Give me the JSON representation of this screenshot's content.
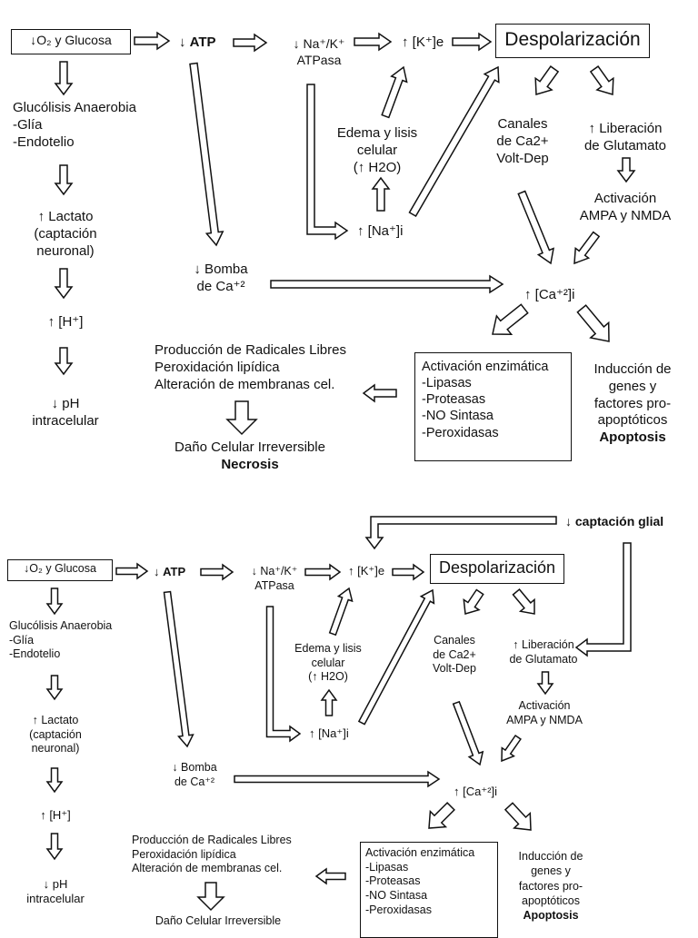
{
  "d1": {
    "hypoxia": "↓O₂ y Glucosa",
    "atp_prefix": "↓ ",
    "atp": "ATP",
    "pump": [
      "↓ Na⁺/K⁺",
      "ATPasa"
    ],
    "k_out": "↑ [K⁺]e",
    "depol": "Despolarización",
    "glycolysis": [
      "Glucólisis Anaerobia",
      "-Glía",
      "-Endotelio"
    ],
    "lactate": [
      "↑ Lactato",
      "(captación",
      "neuronal)"
    ],
    "h_plus": "↑ [H⁺]",
    "ph": [
      "↓ pH",
      "intracelular"
    ],
    "edema": [
      "Edema y lisis",
      "celular",
      "(↑ H2O)"
    ],
    "na_in": "↑ [Na⁺]i",
    "channels": [
      "Canales",
      "de Ca2+",
      "Volt-Dep"
    ],
    "glutamate": [
      "↑ Liberación",
      "de Glutamato"
    ],
    "ampa": [
      "Activación",
      "AMPA y NMDA"
    ],
    "ca_pump": [
      "↓ Bomba",
      "de Ca⁺²"
    ],
    "ca_in": "↑ [Ca⁺²]i",
    "radicals": [
      "Producción de Radicales Libres",
      "Peroxidación lipídica",
      "Alteración de membranas cel."
    ],
    "enzymes": [
      "Activación enzimática",
      "-Lipasas",
      "-Proteasas",
      "-NO Sintasa",
      "-Peroxidasas"
    ],
    "apoptosis_genes": [
      "Inducción de",
      "genes y",
      "factores pro-",
      "apoptóticos"
    ],
    "apoptosis": "Apoptosis",
    "damage": "Daño Celular Irreversible",
    "necrosis": "Necrosis"
  },
  "d2": {
    "glial": "↓ captación glial",
    "hypoxia": "↓O₂ y Glucosa",
    "atp_prefix": "↓ ",
    "atp": "ATP",
    "pump": [
      "↓ Na⁺/K⁺",
      "ATPasa"
    ],
    "k_out": "↑ [K⁺]e",
    "depol": "Despolarización",
    "glycolysis": [
      "Glucólisis Anaerobia",
      "-Glía",
      "-Endotelio"
    ],
    "lactate": [
      "↑ Lactato",
      "(captación",
      "neuronal)"
    ],
    "h_plus": "↑ [H⁺]",
    "ph": [
      "↓ pH",
      "intracelular"
    ],
    "edema": [
      "Edema y lisis",
      "celular",
      "(↑ H2O)"
    ],
    "na_in": "↑ [Na⁺]i",
    "channels": [
      "Canales",
      "de Ca2+",
      "Volt-Dep"
    ],
    "glutamate": [
      "↑ Liberación",
      "de Glutamato"
    ],
    "ampa": [
      "Activación",
      "AMPA y NMDA"
    ],
    "ca_pump": [
      "↓ Bomba",
      "de Ca⁺²"
    ],
    "ca_in": "↑ [Ca⁺²]i",
    "radicals": [
      "Producción de Radicales Libres",
      "Peroxidación lipídica",
      "Alteración de membranas cel."
    ],
    "enzymes": [
      "Activación enzimática",
      "-Lipasas",
      "-Proteasas",
      "-NO Sintasa",
      "-Peroxidasas"
    ],
    "apoptosis_genes": [
      "Inducción de",
      "genes y",
      "factores pro-",
      "apoptóticos"
    ],
    "apoptosis": "Apoptosis",
    "damage": "Daño Celular Irreversible"
  }
}
